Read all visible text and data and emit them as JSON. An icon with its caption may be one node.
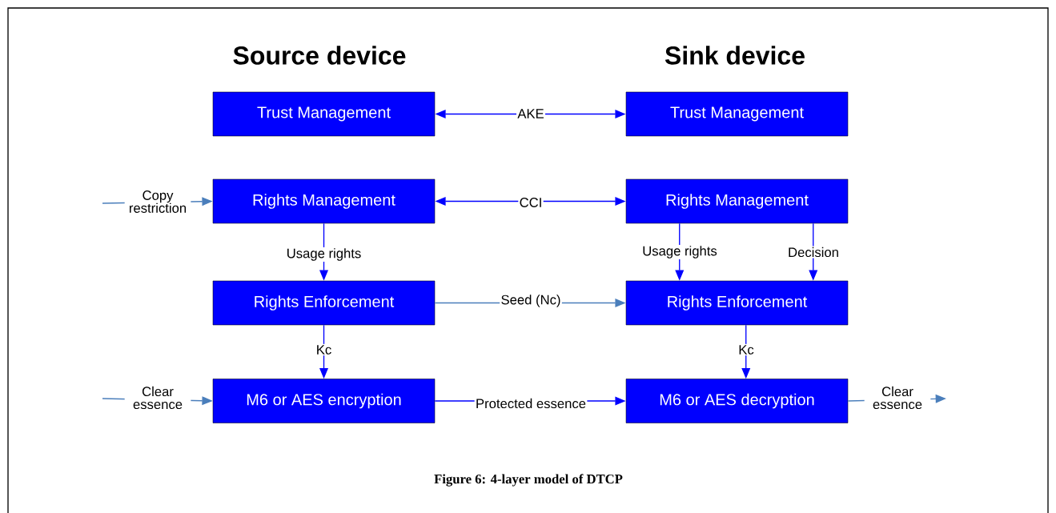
{
  "diagram": {
    "caption": "Figure 6: 4-layer model of DTCP",
    "nodes": [
      {
        "text": [
          "Trust Management"
        ]
      },
      {
        "text": [
          "Trust Management"
        ]
      },
      {
        "text": [
          "Rights Management"
        ]
      },
      {
        "text": [
          "Rights Management"
        ]
      },
      {
        "text": [
          "Rights Enforcement"
        ]
      },
      {
        "text": [
          "Rights Enforcement"
        ]
      },
      {
        "text": [
          "M6 or AES encryption"
        ]
      },
      {
        "text": [
          "M6 or AES decryption"
        ]
      }
    ],
    "edges": [
      {
        "from": 0,
        "to": 1,
        "arrow": "both",
        "label": "AKE"
      },
      {
        "from": null,
        "to": 2,
        "arrow": "to",
        "label": "Copy restriction",
        "color": "#4a7ebb"
      },
      {
        "from": 2,
        "to": 3,
        "arrow": "both",
        "label": "CCI"
      },
      {
        "from": 2,
        "to": 4,
        "arrow": "to",
        "label": "Usage rights"
      },
      {
        "from": 3,
        "to": 5,
        "arrow": "to",
        "label": "Usage rights"
      },
      {
        "from": 3,
        "to": 5,
        "arrow": "to",
        "label": "Decision"
      },
      {
        "from": 4,
        "to": 5,
        "arrow": "to",
        "label": "Seed (Nc)",
        "color": "#4a7ebb"
      },
      {
        "from": 4,
        "to": 6,
        "arrow": "to",
        "label": "Kc"
      },
      {
        "from": 5,
        "to": 7,
        "arrow": "to",
        "label": "Kc"
      },
      {
        "from": null,
        "to": 6,
        "arrow": "to",
        "label": "Clear essence",
        "color": "#4a7ebb"
      },
      {
        "from": 6,
        "to": 7,
        "arrow": "to",
        "label": "Protected essence"
      },
      {
        "from": 7,
        "to": null,
        "arrow": "to",
        "label": "Clear essence",
        "color": "#4a7ebb"
      }
    ],
    "labels": [
      "Source device",
      "Sink device"
    ]
  }
}
